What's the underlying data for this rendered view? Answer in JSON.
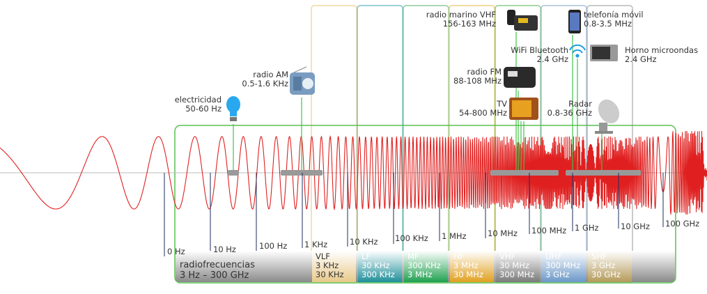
{
  "ticks": [
    "0 Hz",
    "10 Hz",
    "100 Hz",
    "1 KHz",
    "10 KHz",
    "100 KHz",
    "1 MHz",
    "10 MHz",
    "100 MHz",
    "1 GHz",
    "10 GHz",
    "100 GHz"
  ],
  "radiofrequencies": {
    "title": "radiofrecuencias",
    "range": "3 Hz – 300 GHz"
  },
  "bands": [
    {
      "name": "VLF",
      "from": "3 KHz",
      "to": "30 KHz",
      "color": "#f2dba0"
    },
    {
      "name": "LF",
      "from": "30 KHz",
      "to": "300 KHz",
      "color": "#1f8f9a"
    },
    {
      "name": "MF",
      "from": "300 KHz",
      "to": "3 MHz",
      "color": "#2aa55a"
    },
    {
      "name": "HF",
      "from": "3 MHz",
      "to": "30 MHz",
      "color": "#e0a020"
    },
    {
      "name": "VHF",
      "from": "30 MHz",
      "to": "300 MHz",
      "color": "#3aa14a"
    },
    {
      "name": "UHF",
      "from": "300 MHz",
      "to": "3 GHz",
      "color": "#6b98c8"
    },
    {
      "name": "SHF",
      "from": "3 GHz",
      "to": "30 GHz",
      "color": "#b4a06a"
    }
  ],
  "devices": {
    "electricity": {
      "name": "electricidad",
      "freq": "50-60 Hz",
      "icon": "lightbulb-icon"
    },
    "radio_am": {
      "name": "radio AM",
      "freq": "0.5-1.6 KHz",
      "icon": "radio-icon"
    },
    "marine": {
      "name": "radio marino VHF",
      "freq": "156-163 MHz",
      "icon": "marine-radio-icon"
    },
    "phone": {
      "name": "telefonía móvil",
      "freq": "0.8-3.5 MHz",
      "icon": "smartphone-icon"
    },
    "wifi": {
      "name": "WiFi Bluetooth",
      "freq": "2.4 GHz",
      "icon": "wifi-icon"
    },
    "microwave": {
      "name": "Horno microondas",
      "freq": "2.4 GHz",
      "icon": "microwave-icon"
    },
    "radio_fm": {
      "name": "radio FM",
      "freq": "88-108 MHz",
      "icon": "fm-radio-icon"
    },
    "tv": {
      "name": "TV",
      "freq": "54-800 MHz",
      "icon": "tv-icon"
    },
    "radar": {
      "name": "Radar",
      "freq": "0.8-36 GHz",
      "icon": "satellite-dish-icon"
    }
  },
  "colors": {
    "wave": "#e02020",
    "frame": "#58c050",
    "axis": "#bbbbbb",
    "tick": "#1d2d5e",
    "connector": "#44c04a"
  }
}
